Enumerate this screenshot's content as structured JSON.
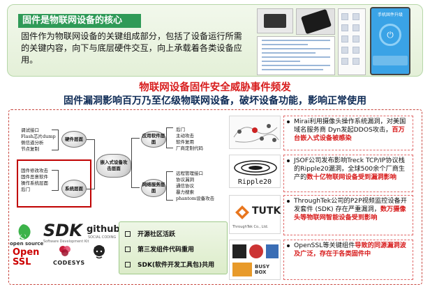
{
  "top": {
    "title": "固件是物联网设备的核心",
    "body": "固件作为物联网设备的关键组成部分，包括了设备运行所需的关键内容，向下与底层硬件交互，向上承载着各类设备应用。",
    "phone_title": "手机固件升级",
    "phone_icon": "power-icon"
  },
  "headings": {
    "red": "物联网设备固件安全威胁事件频发",
    "dark": "固件漏洞影响百万乃至亿级物联网设备，破坏设备功能，影响正常使用"
  },
  "diagram": {
    "hw_items": [
      "调试接口",
      "Flash芯片dump",
      "侧信道分析",
      "节点复制"
    ],
    "hw_node": "硬件层面",
    "sys_items": [
      "固件修改攻击",
      "固件恶意软件",
      "操作系统层面",
      "后门"
    ],
    "sys_node": "系统层面",
    "center": "嵌入式设备攻击层面",
    "app_node": "应用软件层面",
    "app_items": [
      "后门",
      "主动攻击",
      "软件复用",
      "厂商定制代码"
    ],
    "net_node": "网络服务层面",
    "net_items": [
      "远程管理接口",
      "协议漏洞",
      "通信协议",
      "暴力搜索",
      "phantom设备攻击"
    ]
  },
  "logos": {
    "opensource": "open source",
    "openssl_1": "Open",
    "openssl_2": "SSL",
    "sdk": "SDK",
    "sdk_sub": "Software Development Kit",
    "github": "github",
    "github_sub": "SOCIAL CODING",
    "codesys": "CODESYS"
  },
  "bullets": [
    "开源社区活跃",
    "第三发组件代码重用",
    "SDK(软件开发工具包)共用"
  ],
  "events": [
    {
      "pre": "Mirai利用摄像头操作系统漏洞，对美国域名服务商 Dyn发起DDOS攻击，",
      "hl": "百万台嵌入式设备被感染",
      "post": ""
    },
    {
      "pre": "JSOF公司发布影响Treck TCP/IP协议栈的Ripple20漏洞，全球500余个厂商生产的",
      "hl": "数十亿物联网设备受到漏洞影响",
      "post": ""
    },
    {
      "pre": "ThroughTek公司的P2P视频监控设备开发套件 (SDK) 存在严重漏洞，",
      "hl": "数万摄像头等物联网智能设备受到影响",
      "post": ""
    },
    {
      "pre": "OpenSSL等关键组件",
      "hl": "导致的同源漏洞波及广泛，存在于各类固件中",
      "post": ""
    }
  ],
  "event_images": {
    "ripple": "Ripple20",
    "tutk": "TUTK",
    "tutk_sub": "ThroughTek Co., Ltd.",
    "busybox": "BUSY BOX"
  },
  "colors": {
    "accent_green": "#2f9a57",
    "heading_red": "#d81e1e",
    "heading_navy": "#0d2a55",
    "frame_red": "#c8473f"
  }
}
